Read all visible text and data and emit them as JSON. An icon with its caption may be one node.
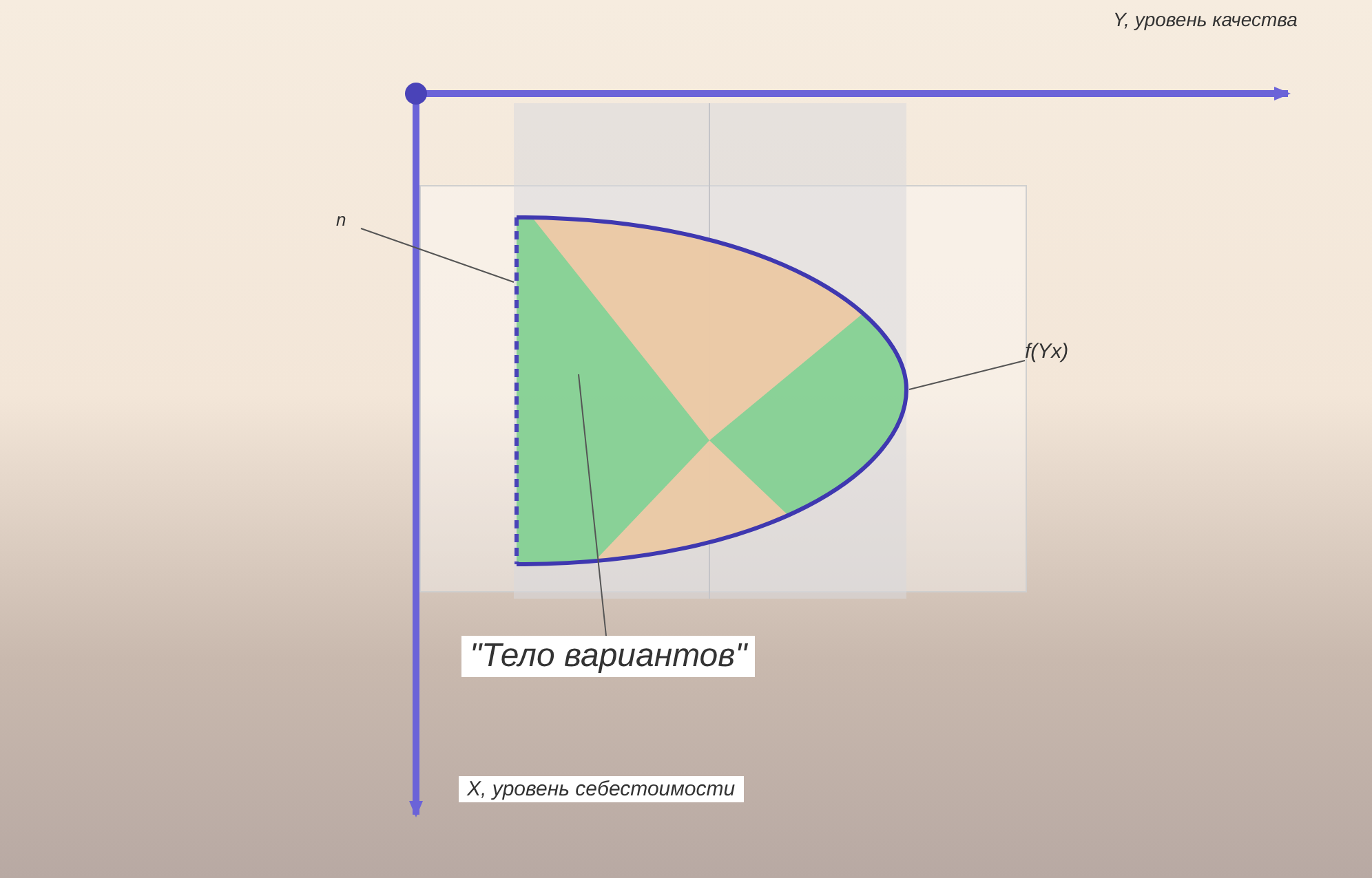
{
  "diagram": {
    "nodes": [
      {
        "text": [
          "n"
        ]
      },
      {
        "text": [],
        "shape": "line"
      },
      {
        "text": [
          "f(Yx)"
        ]
      },
      {
        "text": [],
        "shape": "curve"
      },
      {
        "text": [
          "\"Тело вариантов\""
        ]
      },
      {
        "text": [],
        "shape": "area"
      }
    ],
    "edges": [
      {
        "from": 0,
        "to": 1,
        "arrow": "none"
      },
      {
        "from": 2,
        "to": 3,
        "arrow": "none"
      },
      {
        "from": 4,
        "to": 5,
        "arrow": "none"
      }
    ],
    "labels": [
      "Y, уровень качества",
      "X, уровень себестоимости"
    ]
  }
}
